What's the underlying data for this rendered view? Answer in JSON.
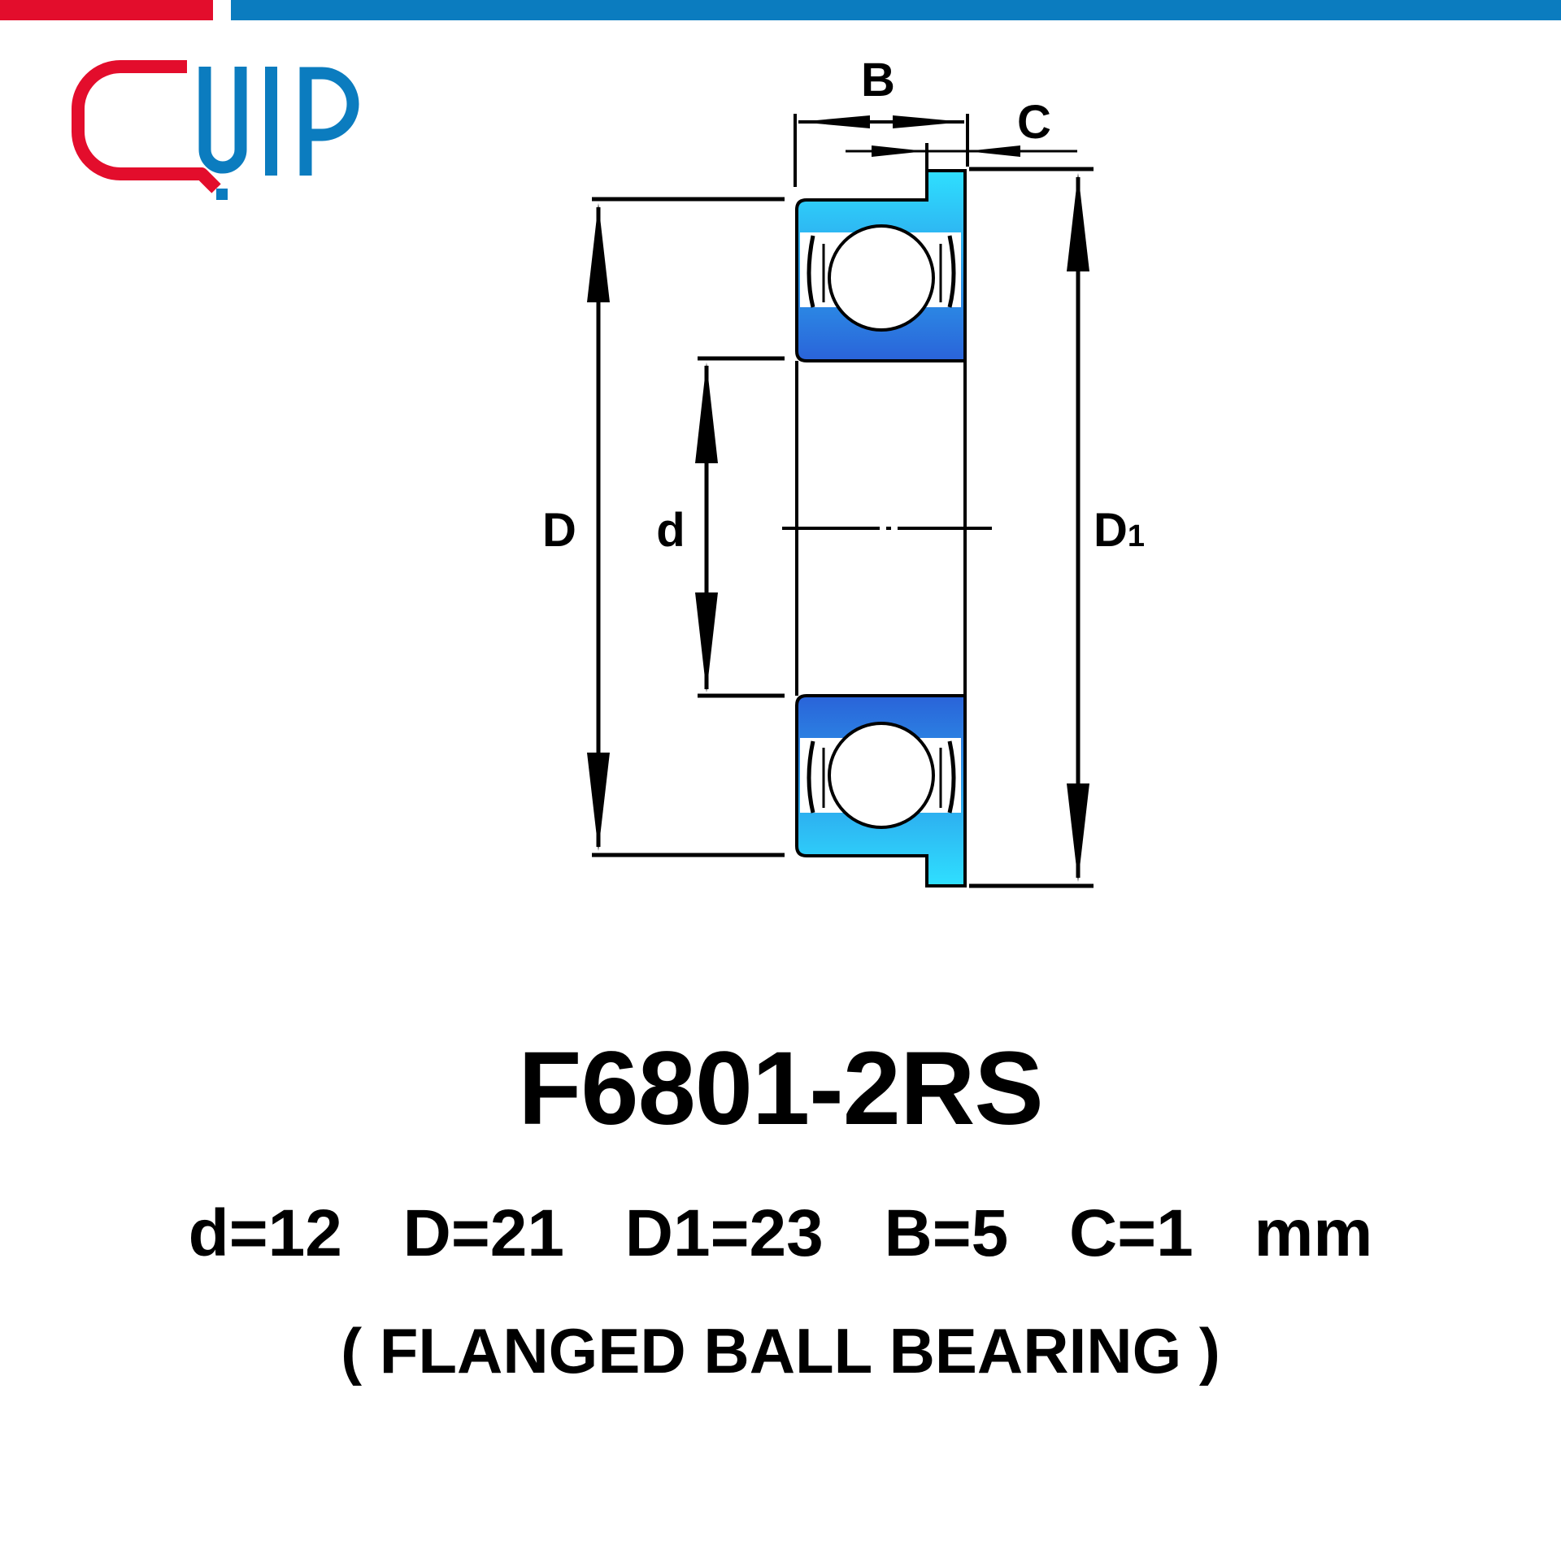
{
  "brand": {
    "name": "QUIP",
    "colors": {
      "red": "#e30d2c",
      "blue": "#0b7cbf"
    }
  },
  "diagram": {
    "labels": {
      "B": "B",
      "C": "C",
      "D": "D",
      "d": "d",
      "D1_main": "D",
      "D1_sub": "1"
    },
    "colors": {
      "ring_light": "#2fe0ff",
      "ring_dark": "#2a63d9",
      "line": "#000000"
    }
  },
  "product": {
    "model": "F6801-2RS",
    "dimensions": [
      "d=12",
      "D=21",
      "D1=23",
      "B=5",
      "C=1",
      "mm"
    ],
    "type": "( FLANGED BALL BEARING )"
  }
}
